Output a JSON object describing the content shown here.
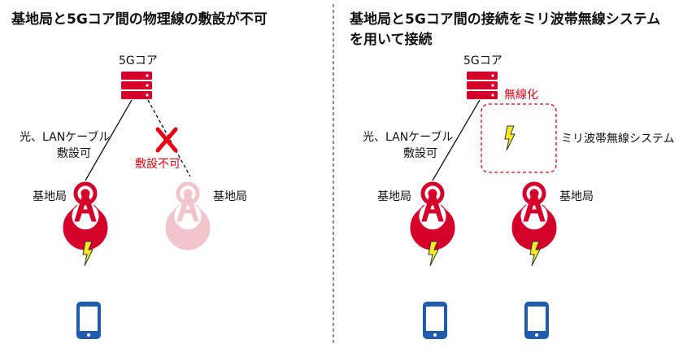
{
  "left": {
    "title": "基地局と5Gコア間の物理線の敷設が不可",
    "core_label": "5Gコア",
    "cable_label_line1": "光、LANケーブル",
    "cable_label_line2": "敷設可",
    "blocked_label": "敷設不可",
    "station_a_label": "基地局",
    "station_b_label": "基地局"
  },
  "right": {
    "title_line1": "基地局と5Gコア間の接続をミリ波帯無線システム",
    "title_line2": "を用いて接続",
    "core_label": "5Gコア",
    "wireless_label": "無線化",
    "system_label": "ミリ波帯無線システム",
    "cable_label_line1": "光、LANケーブル",
    "cable_label_line2": "敷設可",
    "station_a_label": "基地局",
    "station_b_label": "基地局"
  },
  "colors": {
    "red": "#d4002a",
    "faded_red": "#f2c4cc",
    "blue": "#1f5cb0",
    "bolt": "#f4ea2a",
    "divider": "#666666"
  }
}
